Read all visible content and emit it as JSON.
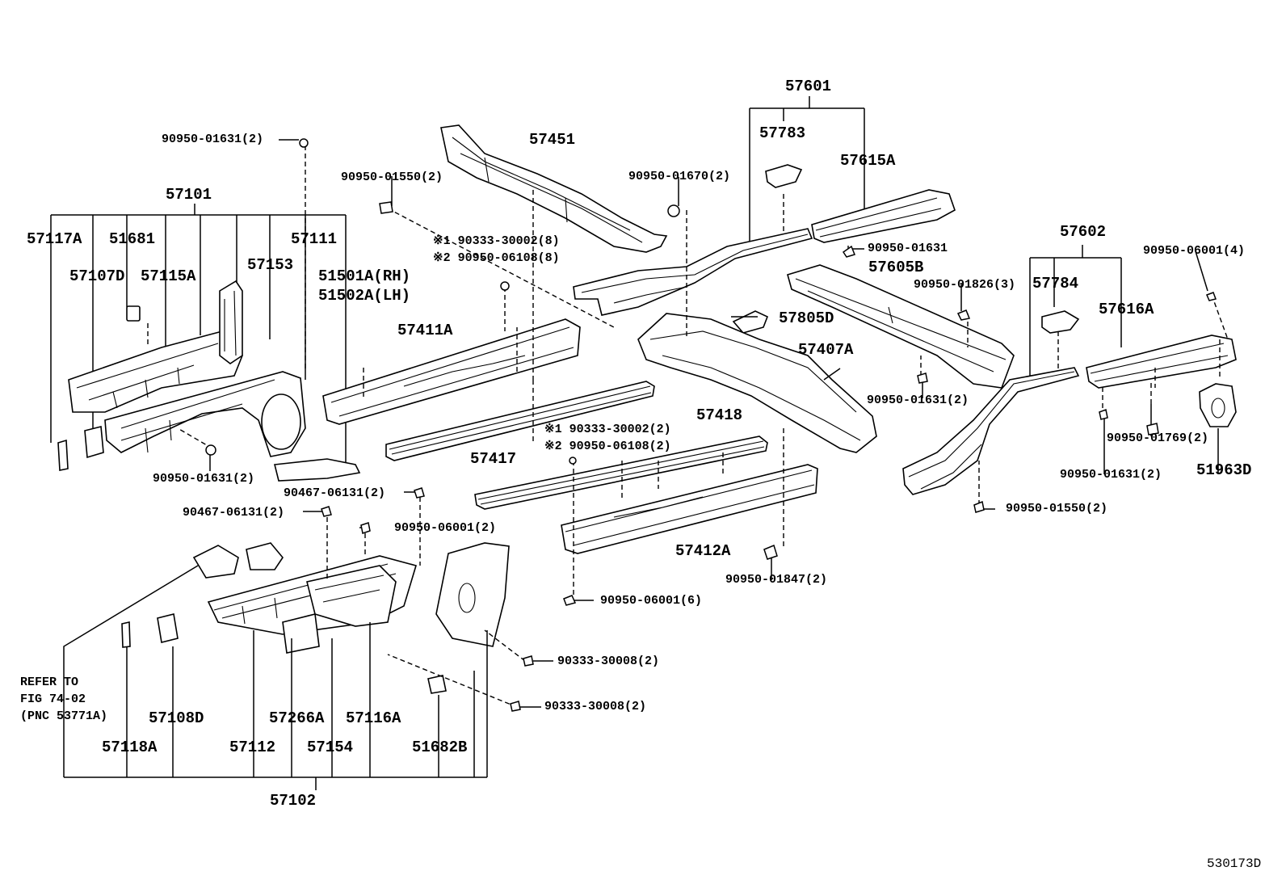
{
  "diagram_id": "530173D",
  "refer_note": {
    "line1": "REFER TO",
    "line2": "FIG 74-02",
    "line3": "(PNC 53771A)"
  },
  "labels": {
    "57101": "57101",
    "57117A": "57117A",
    "51681": "51681",
    "57107D": "57107D",
    "57115A": "57115A",
    "57153": "57153",
    "57111": "57111",
    "51501A": "51501A(RH)",
    "51502A": "51502A(LH)",
    "57451": "57451",
    "57411A": "57411A",
    "57417": "57417",
    "57601": "57601",
    "57783": "57783",
    "57615A": "57615A",
    "57605B": "57605B",
    "57805D": "57805D",
    "57407A": "57407A",
    "57418": "57418",
    "57412A": "57412A",
    "57602": "57602",
    "57784": "57784",
    "57616A": "57616A",
    "51963D": "51963D",
    "57108D": "57108D",
    "57118A": "57118A",
    "57112": "57112",
    "57266A": "57266A",
    "57154": "57154",
    "57116A": "57116A",
    "51682B": "51682B",
    "57102": "57102"
  },
  "fasteners": {
    "f1": "90950-01631(2)",
    "f2": "90950-01550(2)",
    "f3_1": "※1 90333-30002(8)",
    "f3_2": "※2 90950-06108(8)",
    "f4": "90950-01670(2)",
    "f5": "90950-01631",
    "f6": "90950-01826(3)",
    "f7": "90950-06001(4)",
    "f8": "90950-01631(2)",
    "f9": "90950-01631(2)",
    "f10_1": "※1 90333-30002(2)",
    "f10_2": "※2 90950-06108(2)",
    "f11": "90950-01769(2)",
    "f12": "90950-01631(2)",
    "f13": "90950-01550(2)",
    "f14": "90467-06131(2)",
    "f15": "90467-06131(2)",
    "f16": "90950-06001(2)",
    "f17": "90950-01847(2)",
    "f18": "90950-06001(6)",
    "f19": "90333-30008(2)",
    "f20": "90333-30008(2)"
  }
}
